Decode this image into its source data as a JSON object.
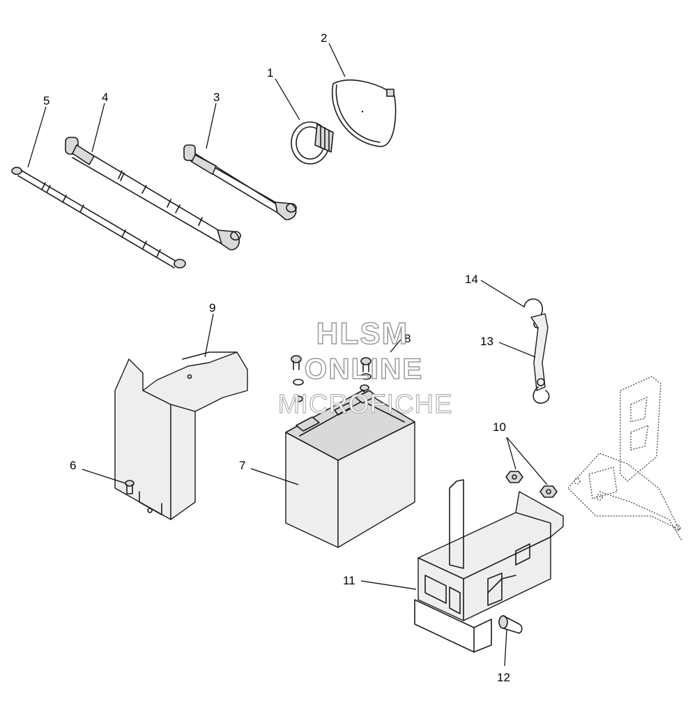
{
  "diagram": {
    "callouts": [
      {
        "id": "1",
        "label": "1"
      },
      {
        "id": "2",
        "label": "2"
      },
      {
        "id": "3",
        "label": "3"
      },
      {
        "id": "4",
        "label": "4"
      },
      {
        "id": "5",
        "label": "5"
      },
      {
        "id": "6",
        "label": "6"
      },
      {
        "id": "7",
        "label": "7"
      },
      {
        "id": "8",
        "label": "8"
      },
      {
        "id": "9",
        "label": "9"
      },
      {
        "id": "10",
        "label": "10"
      },
      {
        "id": "11",
        "label": "11"
      },
      {
        "id": "12",
        "label": "12"
      },
      {
        "id": "13",
        "label": "13"
      },
      {
        "id": "14",
        "label": "14"
      }
    ]
  },
  "watermark": {
    "line1": "HLSM",
    "line2": "ONLINE",
    "line3": "MICROFICHE"
  }
}
